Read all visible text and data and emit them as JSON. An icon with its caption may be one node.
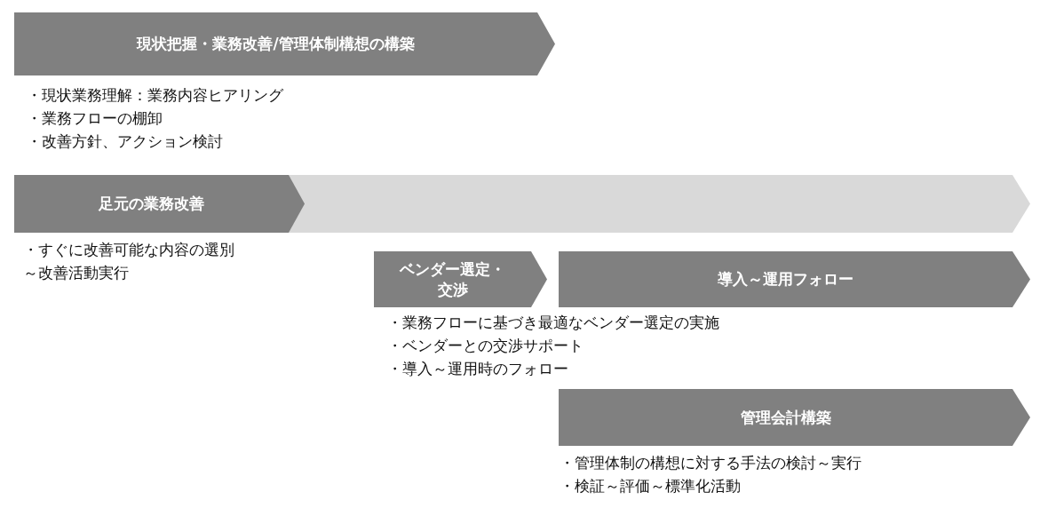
{
  "diagram": {
    "nodes": [
      {
        "text": [
          "現状把握・業務改善/管理体制構想の構築"
        ],
        "beside": [
          "・現状業務理解：業務内容ヒアリング",
          "・業務フローの棚卸",
          "・改善方針、アクション検討"
        ]
      },
      {
        "text": [],
        "shape": "chevron"
      },
      {
        "text": [
          "足元の業務改善"
        ],
        "beside": [
          "・すぐに改善可能な内容の選別～改善活動実行"
        ],
        "in": 1
      },
      {
        "text": [
          "ベンダー選定・交渉"
        ],
        "beside": [
          "・業務フローに基づき最適なベンダー選定の実施",
          "・ベンダーとの交渉サポート",
          "・導入～運用時のフォロー"
        ]
      },
      {
        "text": [
          "導入～運用フォロー"
        ]
      },
      {
        "text": [
          "管理会計構築"
        ],
        "beside": [
          "・管理体制の構想に対する手法の検討～実行",
          "・検証～評価～標準化活動"
        ]
      }
    ],
    "edges": []
  }
}
